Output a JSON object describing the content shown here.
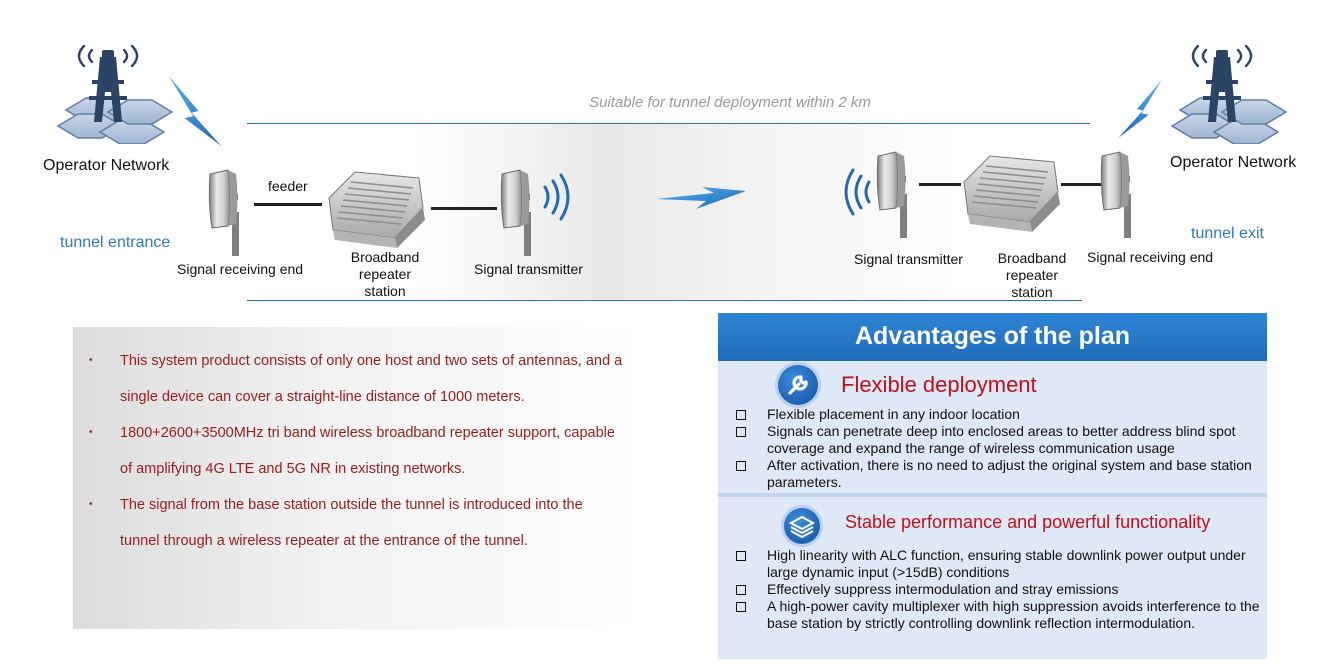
{
  "diagram": {
    "caption": "Suitable for tunnel deployment within 2 km",
    "left": {
      "network": "Operator Network",
      "zone": "tunnel entrance",
      "feeder": "feeder",
      "receiver": "Signal receiving end",
      "repeater": "Broadband repeater station",
      "transmitter": "Signal transmitter"
    },
    "right": {
      "network": "Operator Network",
      "zone": "tunnel exit",
      "transmitter": "Signal transmitter",
      "repeater": "Broadband repeater station",
      "receiver": "Signal receiving end"
    }
  },
  "description": {
    "items": [
      "This system product consists of only one host and two sets of antennas, and a single device can cover a straight-line distance of 1000 meters.",
      "1800+2600+3500MHz tri band wireless broadband repeater support, capable of amplifying 4G LTE and 5G NR in existing networks.",
      "The signal from the base station outside the tunnel is introduced into the tunnel through a wireless repeater at the entrance of the tunnel."
    ]
  },
  "advantages": {
    "title": "Advantages of the plan",
    "sections": [
      {
        "title": "Flexible deployment",
        "icon": "wrench-icon",
        "items": [
          "Flexible placement in any indoor location",
          "Signals can penetrate deep into enclosed areas to better address blind spot coverage and expand the range of wireless communication usage",
          "After activation, there is no need to adjust the original system and base station parameters."
        ]
      },
      {
        "title": "Stable performance and powerful functionality",
        "icon": "layers-icon",
        "items": [
          "High linearity with ALC function, ensuring stable downlink power output under large dynamic input (>15dB) conditions",
          "Effectively suppress intermodulation and stray emissions",
          "A high-power cavity multiplexer with high suppression avoids interference to the base station by strictly controlling downlink reflection intermodulation."
        ]
      }
    ]
  },
  "colors": {
    "accent_blue": "#1f6bb8",
    "label_blue": "#2f7bbf",
    "text_red": "#9b1c1c",
    "title_red": "#c0101b",
    "panel_bg": "#dfe8f6"
  }
}
